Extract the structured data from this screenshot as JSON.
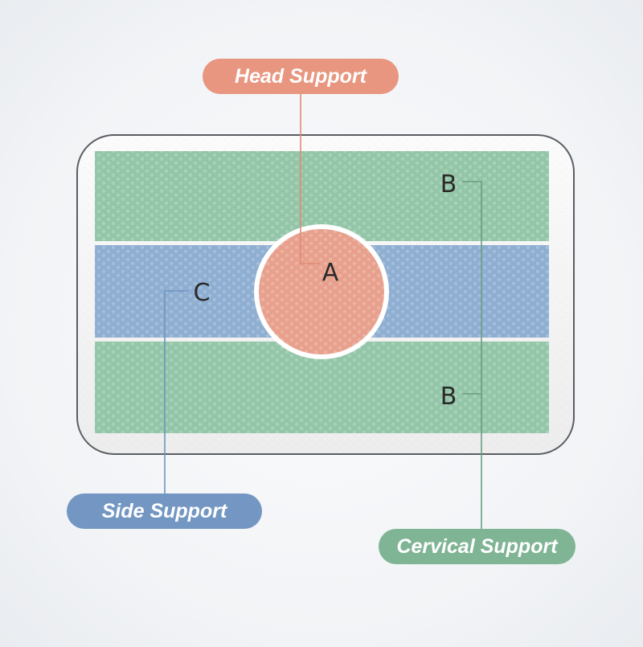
{
  "callouts": {
    "head_support": "Head Support",
    "side_support": "Side Support",
    "cervical_support": "Cervical Support"
  },
  "zones": {
    "a": "A",
    "b_top": "B",
    "b_bottom": "B",
    "c": "C"
  },
  "colors": {
    "head_zone": "#e8a08c",
    "side_zone": "#8eaed2",
    "cervical_zone": "#93c6a8",
    "pillow_cover": "#f4f4f4",
    "pillow_outline": "#5a5d63"
  }
}
